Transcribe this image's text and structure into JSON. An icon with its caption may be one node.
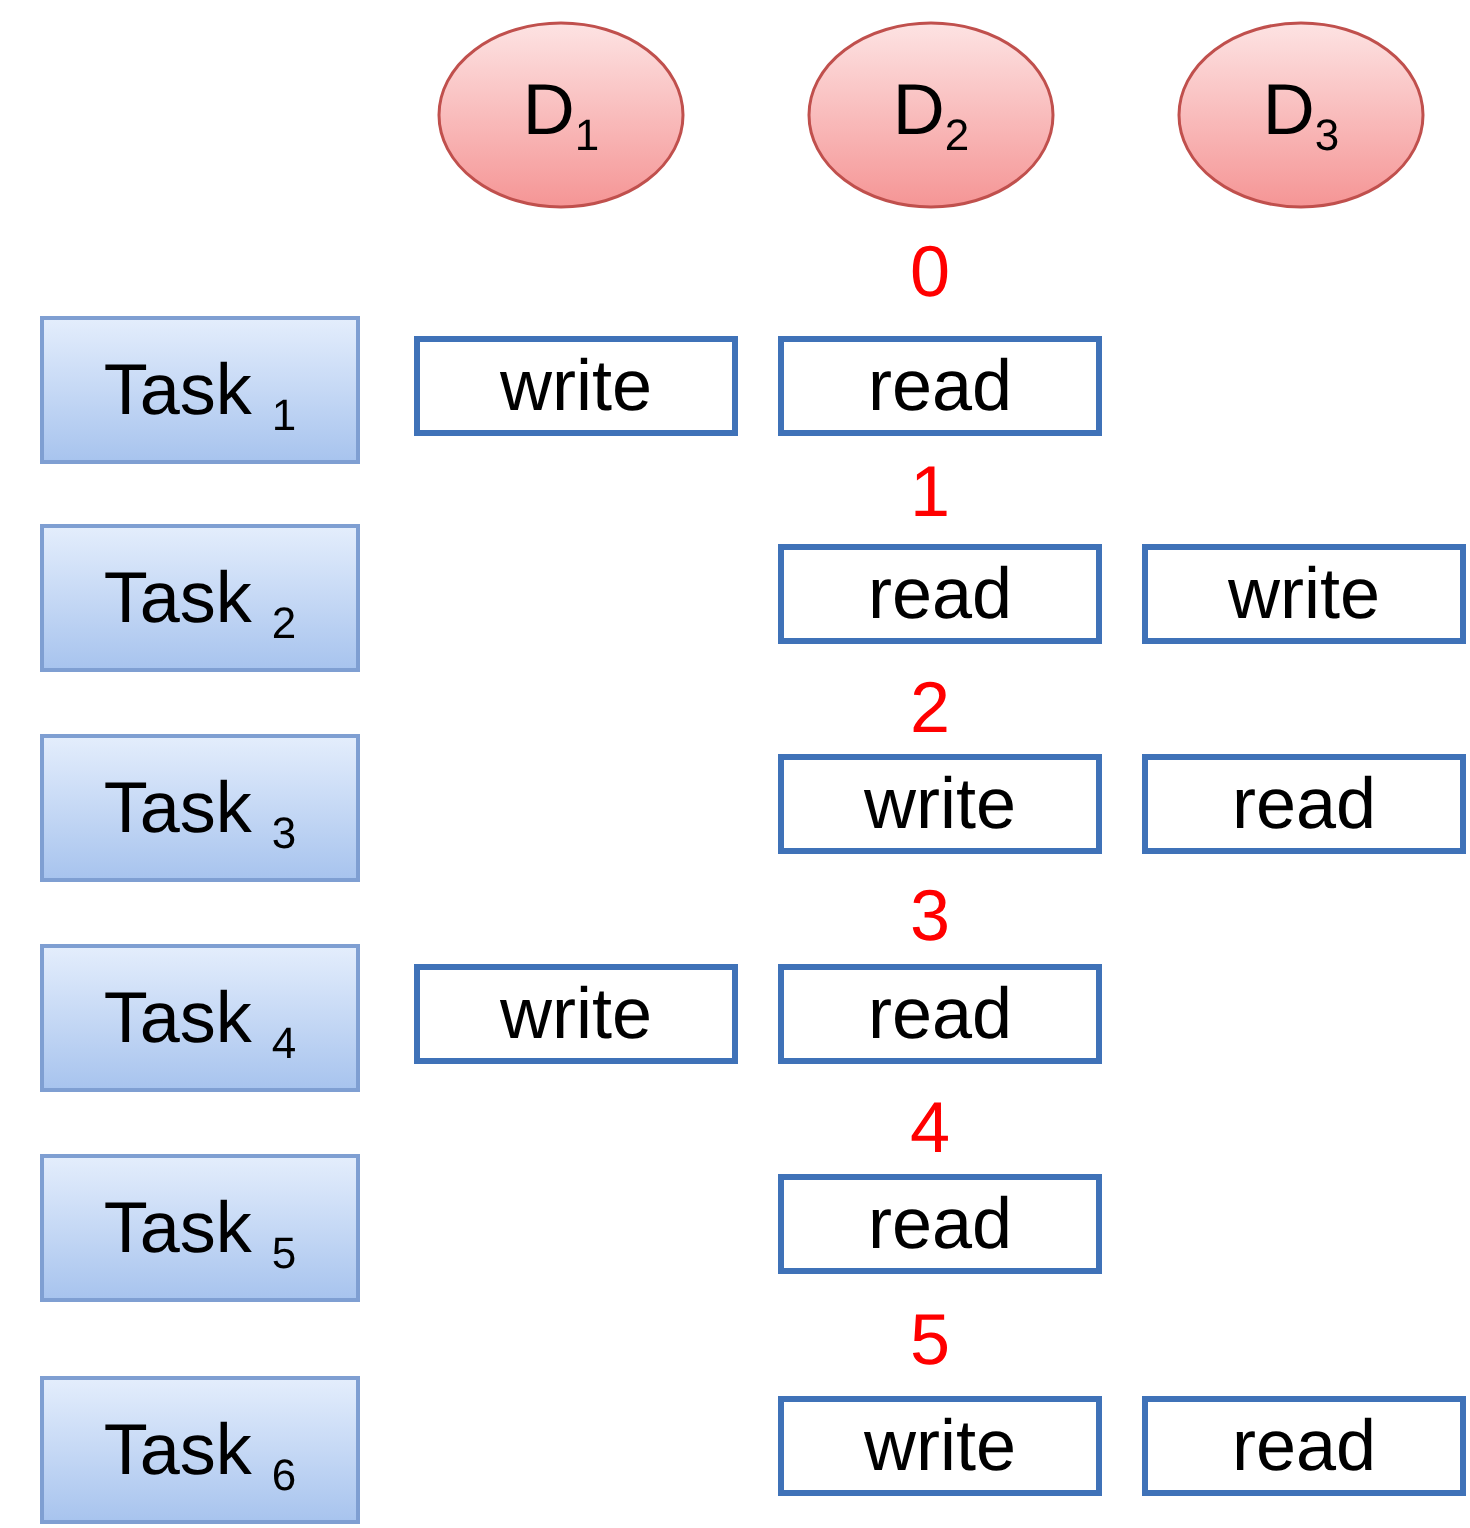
{
  "diagram": {
    "nodes": [
      {
        "text": [
          "D$_{1}$"
        ]
      },
      {
        "text": [
          "D$_{2}$"
        ]
      },
      {
        "text": [
          "D$_{3}$"
        ]
      },
      {
        "text": [
          "Task $_{1}$"
        ]
      },
      {
        "text": [
          "write"
        ]
      },
      {
        "text": [
          "read"
        ]
      },
      {
        "text": [
          "Task $_{2}$"
        ]
      },
      {
        "text": [
          "read"
        ]
      },
      {
        "text": [
          "write"
        ]
      },
      {
        "text": [
          "Task $_{3}$"
        ]
      },
      {
        "text": [
          "write"
        ]
      },
      {
        "text": [
          "read"
        ]
      },
      {
        "text": [
          "Task $_{4}$"
        ]
      },
      {
        "text": [
          "write"
        ]
      },
      {
        "text": [
          "read"
        ]
      },
      {
        "text": [
          "Task $_{5}$"
        ]
      },
      {
        "text": [
          "read"
        ]
      },
      {
        "text": [
          "Task $_{6}$"
        ]
      },
      {
        "text": [
          "write"
        ]
      },
      {
        "text": [
          "read"
        ]
      }
    ],
    "labels": [
      "0",
      "1",
      "2",
      "3",
      "4",
      "5"
    ]
  }
}
